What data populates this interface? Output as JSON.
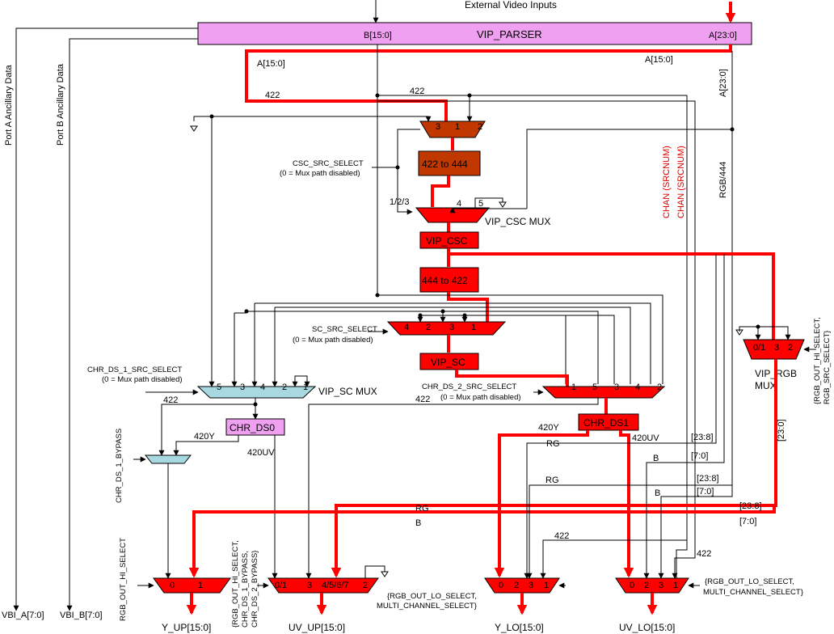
{
  "header": {
    "external_inputs": "External Video Inputs"
  },
  "parser": {
    "name": "VIP_PARSER",
    "port_b": "B[15:0]",
    "port_a": "A[23:0]"
  },
  "left": {
    "port_a_anc": "Port A Ancillary Data",
    "port_b_anc": "Port B Ancillary Data",
    "vbi_a": "VBI_A[7:0]",
    "vbi_b": "VBI_B[7:0]"
  },
  "wires": {
    "a15_left": "A[15:0]",
    "a15_right": "A[15:0]",
    "a23_vert": "A[23:0]",
    "w422_a": "422",
    "w422_b": "422",
    "rgb444": "RGB/444",
    "chan1": "CHAN (SRCNUM)",
    "chan2": "CHAN (SRCNUM)"
  },
  "csc": {
    "select_label": "CSC_SRC_SELECT",
    "select_note": "(0 = Mux path disabled)",
    "in3": "3",
    "in1": "1",
    "in2": "2",
    "convert": "422 to 444",
    "mux_in123": "1/2/3",
    "mux_in4": "4",
    "mux_in5": "5",
    "mux_name": "VIP_CSC MUX",
    "block": "VIP_CSC",
    "convert_back": "444 to 422"
  },
  "sc": {
    "select_label": "SC_SRC_SELECT",
    "select_note": "(0 = Mux path disabled)",
    "in4": "4",
    "in2": "2",
    "in3": "3",
    "in1": "1",
    "block": "VIP_SC"
  },
  "scmux": {
    "select_label": "CHR_DS_1_SRC_SELECT",
    "select_note": "(0 = Mux path disabled)",
    "in5": "5",
    "in3": "3",
    "in4": "4",
    "in2": "2",
    "in1": "1",
    "name": "VIP_SC MUX",
    "w422": "422"
  },
  "ds0": {
    "block": "CHR_DS0",
    "y": "420Y",
    "uv": "420UV",
    "bypass": "CHR_DS_1_BYPASS"
  },
  "ds2": {
    "select_label": "CHR_DS_2_SRC_SELECT",
    "select_note": "(0 = Mux path disabled)",
    "w422": "422",
    "in1": "1",
    "in5": "5",
    "in3": "3",
    "in4": "4",
    "in2": "2",
    "block": "CHR_DS1",
    "y": "420Y",
    "uv": "420UV"
  },
  "rgb": {
    "in01": "0/1",
    "in3": "3",
    "in2": "2",
    "name1": "VIP_RGB",
    "name2": "MUX",
    "sel1": "{RGB_OUT_HI_SELECT,",
    "sel2": "RGB_SRC_SELECT}",
    "bus": "[23:0]"
  },
  "buses": {
    "rg1": "RG",
    "b1": "B",
    "rg2": "RG",
    "b2": "B",
    "rg3": "RG",
    "b3": "B",
    "s238a": "[23:8]",
    "s70a": "[7:0]",
    "s238b": "[23:8]",
    "s70b": "[7:0]",
    "s238c": "[23:8]",
    "s70c": "[7:0]",
    "w422c": "422",
    "w422d": "422"
  },
  "outputs": {
    "yup": {
      "in0": "0",
      "in1": "1",
      "sel": "RGB_OUT_HI_SELECT",
      "label": "Y_UP[15:0]"
    },
    "uvup": {
      "in01": "0/1",
      "in3": "3",
      "in4567": "4/5/6/7",
      "in2": "2",
      "sel1": "{RGB_OUT_HI_SELECT,",
      "sel2": "CHR_DS_1_BYPASS,",
      "sel3": "CHR_DS_2_BYPASS}",
      "label": "UV_UP[15:0]"
    },
    "ylo": {
      "in0": "0",
      "in2": "2",
      "in3": "3",
      "in1": "1",
      "sel1": "{RGB_OUT_LO_SELECT,",
      "sel2": "MULTI_CHANNEL_SELECT}",
      "label": "Y_LO[15:0]"
    },
    "uvlo": {
      "in0": "0",
      "in2": "2",
      "in3": "3",
      "in1": "1",
      "sel1": "{RGB_OUT_LO_SELECT,",
      "sel2": "MULTI_CHANNEL_SELECT}",
      "label": "UV_LO[15:0]"
    }
  },
  "colors": {
    "red": "#ff0000",
    "dark_red": "#c03800",
    "pink": "#f0a0f0",
    "light_blue": "#a8d8e0"
  }
}
